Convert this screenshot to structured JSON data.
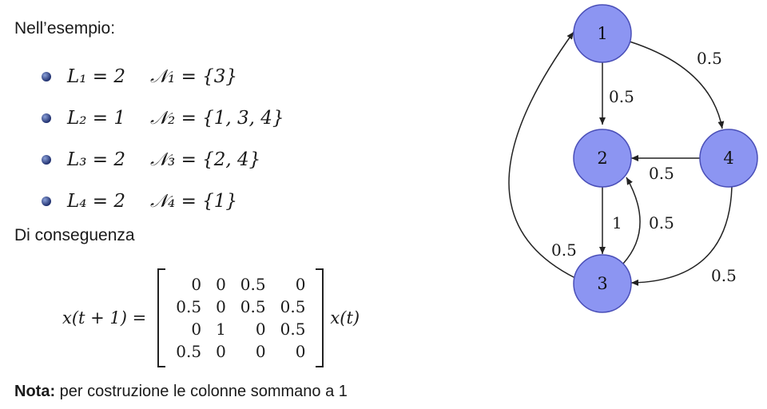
{
  "intro": "Nell’esempio:",
  "bullets": [
    {
      "L": "L₁ = 2",
      "N": "𝒩₁ = {3}"
    },
    {
      "L": "L₂ = 1",
      "N": "𝒩₂ = {1, 3, 4}"
    },
    {
      "L": "L₃ = 2",
      "N": "𝒩₃ = {2, 4}"
    },
    {
      "L": "L₄ = 2",
      "N": "𝒩₄ = {1}"
    }
  ],
  "consequence": "Di conseguenza",
  "formula": {
    "lhs": "x(t + 1) =",
    "rhs": "x(t)",
    "matrix": [
      [
        "0",
        "0",
        "0.5",
        "0"
      ],
      [
        "0.5",
        "0",
        "0.5",
        "0.5"
      ],
      [
        "0",
        "1",
        "0",
        "0.5"
      ],
      [
        "0.5",
        "0",
        "0",
        "0"
      ]
    ]
  },
  "note": {
    "label": "Nota:",
    "text": " per costruzione le colonne sommano a 1"
  },
  "graph": {
    "node_fill": "#8c95f2",
    "node_stroke": "#4a4fb8",
    "nodes": [
      {
        "id": "1",
        "label": "1"
      },
      {
        "id": "2",
        "label": "2"
      },
      {
        "id": "3",
        "label": "3"
      },
      {
        "id": "4",
        "label": "4"
      }
    ],
    "edges": [
      {
        "from": "1",
        "to": "2",
        "label": "0.5"
      },
      {
        "from": "1",
        "to": "4",
        "label": "0.5"
      },
      {
        "from": "4",
        "to": "2",
        "label": "0.5"
      },
      {
        "from": "2",
        "to": "3",
        "label": "1"
      },
      {
        "from": "3",
        "to": "2",
        "label": "0.5"
      },
      {
        "from": "3",
        "to": "1",
        "label": "0.5"
      },
      {
        "from": "4",
        "to": "3",
        "label": "0.5"
      }
    ]
  }
}
